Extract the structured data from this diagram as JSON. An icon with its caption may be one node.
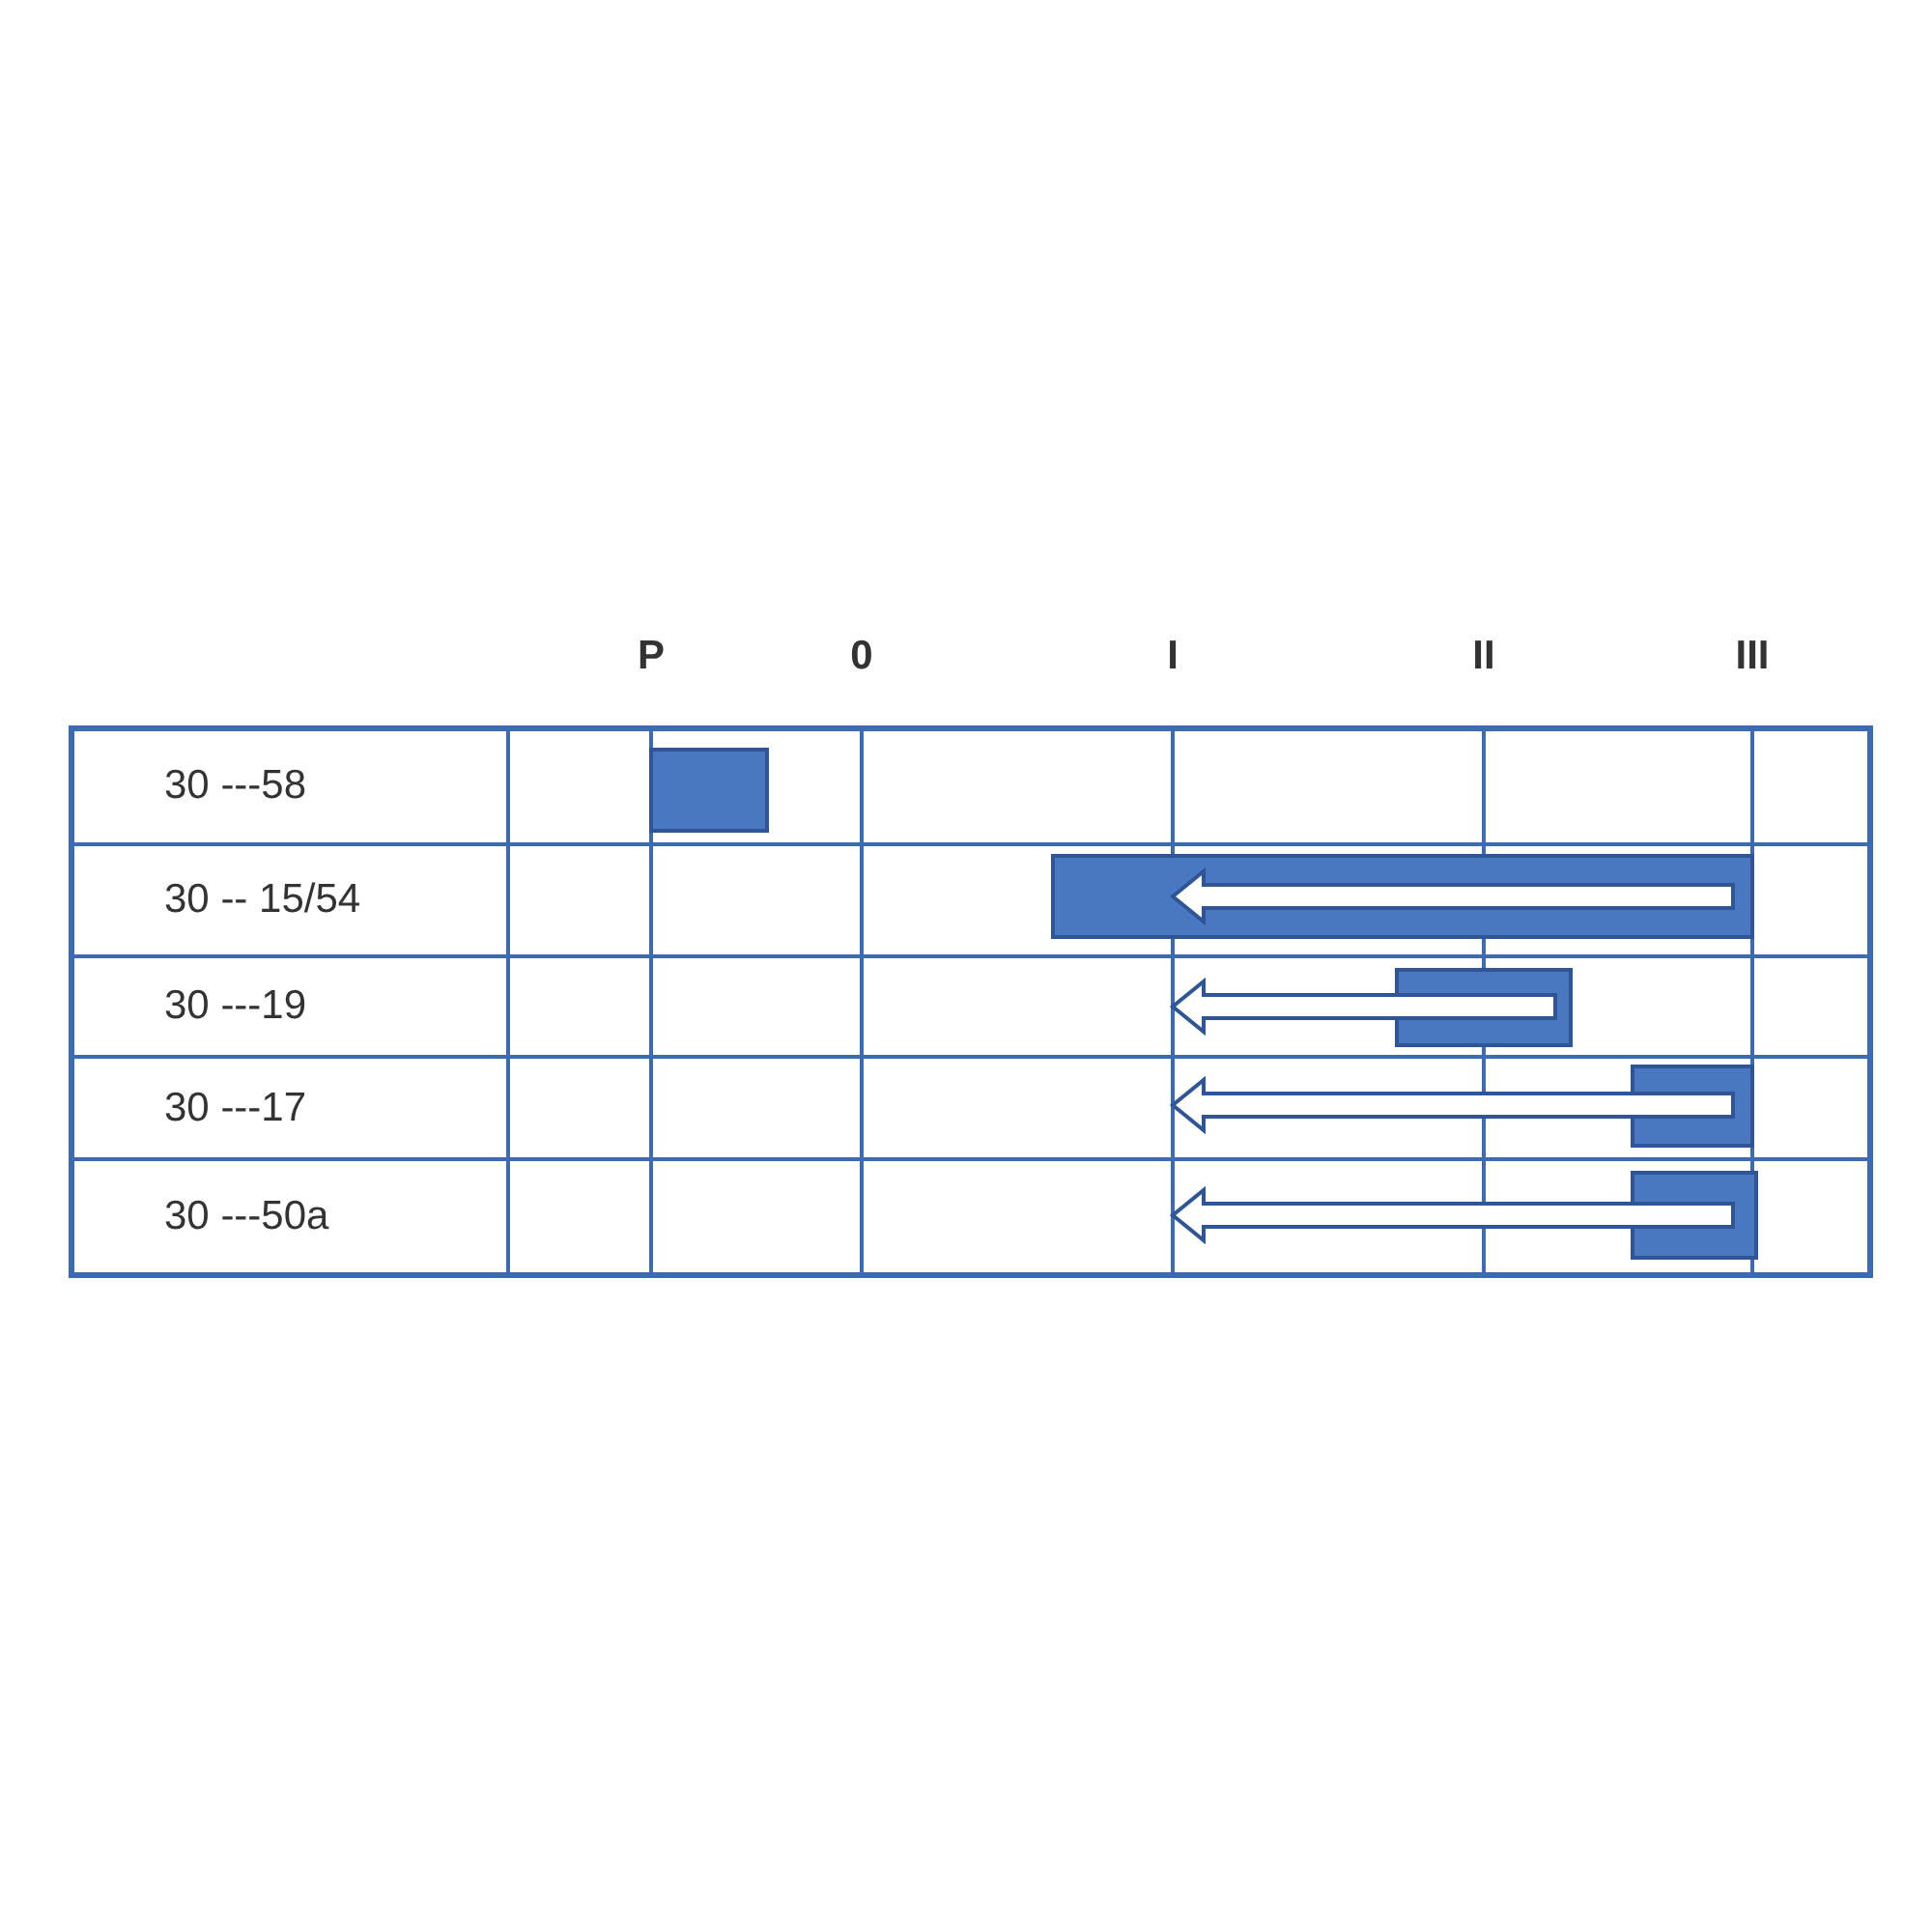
{
  "diagram": {
    "labels": [
      "P",
      "0",
      "I",
      "II",
      "III",
      "30 ---58",
      "30 -- 15/54",
      "30 ---19",
      "30 ---17",
      "30 ---50a"
    ]
  }
}
